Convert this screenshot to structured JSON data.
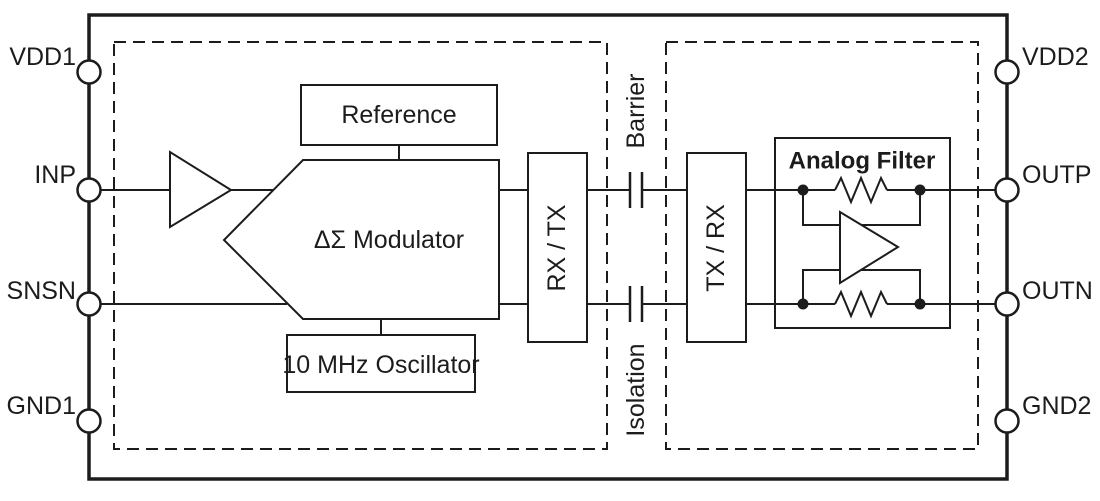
{
  "pins": {
    "left": [
      {
        "label": "VDD1"
      },
      {
        "label": "INP"
      },
      {
        "label": "SNSN"
      },
      {
        "label": "GND1"
      }
    ],
    "right": [
      {
        "label": "VDD2"
      },
      {
        "label": "OUTP"
      },
      {
        "label": "OUTN"
      },
      {
        "label": "GND2"
      }
    ]
  },
  "blocks": {
    "reference": "Reference",
    "modulator": "ΔΣ Modulator",
    "oscillator": "10 MHz Oscillator",
    "rx_tx": "RX / TX",
    "tx_rx": "TX / RX",
    "analog_filter": "Analog Filter"
  },
  "barrier": {
    "top_label": "Barrier",
    "bottom_label": "Isolation"
  },
  "symbols": {
    "input_amplifier": "amplifier-triangle",
    "isolation_capacitors": "capacitor-pair",
    "feedback_resistors": "resistor-zigzag",
    "output_amplifier": "opamp-triangle"
  },
  "colors": {
    "line": "#1c1c1c",
    "background": "#ffffff"
  }
}
